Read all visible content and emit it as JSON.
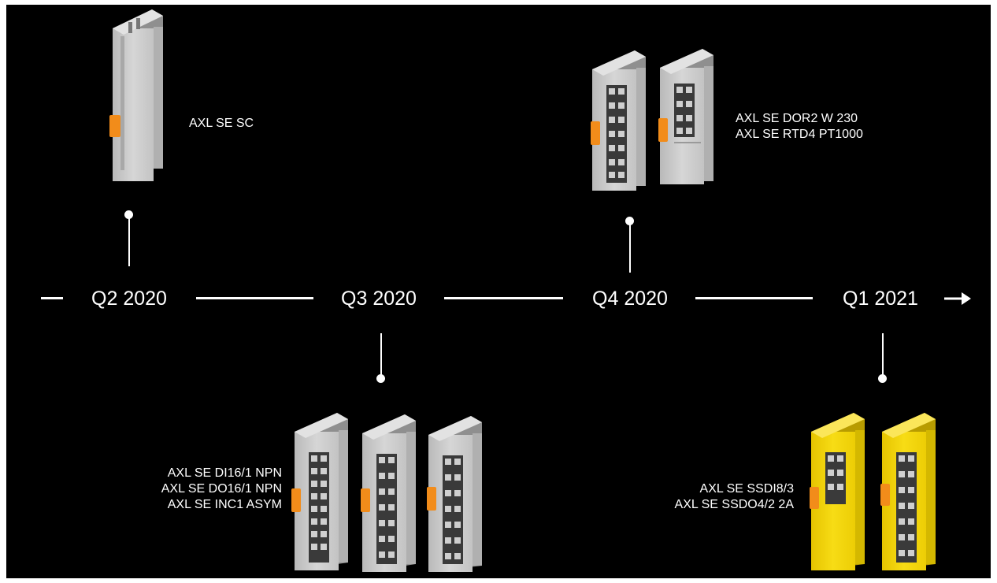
{
  "timeline": {
    "quarters": [
      "Q2 2020",
      "Q3 2020",
      "Q4 2020",
      "Q1 2021"
    ]
  },
  "products": {
    "q2_2020": [
      "AXL SE SC"
    ],
    "q3_2020": [
      "AXL SE DI16/1 NPN",
      "AXL SE DO16/1 NPN",
      "AXL SE INC1 ASYM"
    ],
    "q4_2020": [
      "AXL SE DOR2 W 230",
      "AXL SE RTD4 PT1000"
    ],
    "q1_2021": [
      "AXL SE SSDI8/3",
      "AXL SE SSDO4/2 2A"
    ]
  },
  "colors": {
    "background": "#000000",
    "line": "#ffffff",
    "module_gray": "#c9c9c9",
    "module_yellow": "#f5d90a",
    "latch_orange": "#f28c1a"
  }
}
